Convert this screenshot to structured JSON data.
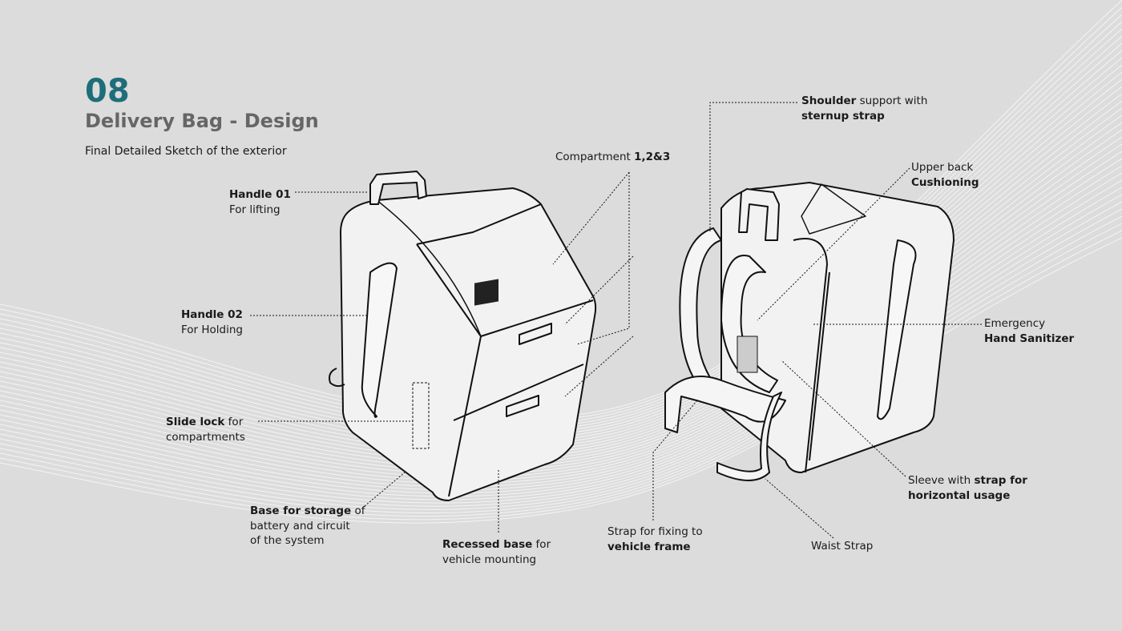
{
  "header": {
    "number": "08",
    "title": "Delivery Bag - Design",
    "subtitle": "Final Detailed Sketch of the exterior"
  },
  "colors": {
    "accent": "#1e6e7a",
    "title": "#666666",
    "background": "#dcdcdc"
  },
  "labels": {
    "handle01": {
      "bold": "Handle 01",
      "text": "For lifting"
    },
    "handle02": {
      "bold": "Handle 02",
      "text": "For Holding"
    },
    "slide_lock": {
      "bold": "Slide lock",
      "text1": " for",
      "text2": "compartments"
    },
    "base_storage": {
      "bold": "Base for storage",
      "text1": " of",
      "text2": "battery and circuit",
      "text3": "of the system"
    },
    "recessed_base": {
      "bold": "Recessed base",
      "text1": " for",
      "text2": "vehicle mounting"
    },
    "compartment": {
      "text": "Compartment ",
      "bold": "1,2&3"
    },
    "strap_vehicle": {
      "text": "Strap for fixing to",
      "bold": "vehicle frame"
    },
    "waist_strap": {
      "text": "Waist Strap"
    },
    "sleeve": {
      "text": "Sleeve with ",
      "bold1": "strap for",
      "bold2": "horizontal usage"
    },
    "sanitizer": {
      "text": "Emergency",
      "bold": "Hand Sanitizer"
    },
    "upper_back": {
      "text": "Upper back",
      "bold": "Cushioning"
    },
    "shoulder": {
      "bold1": "Shoulder",
      "text": " support with",
      "bold2": "sternup strap"
    }
  }
}
